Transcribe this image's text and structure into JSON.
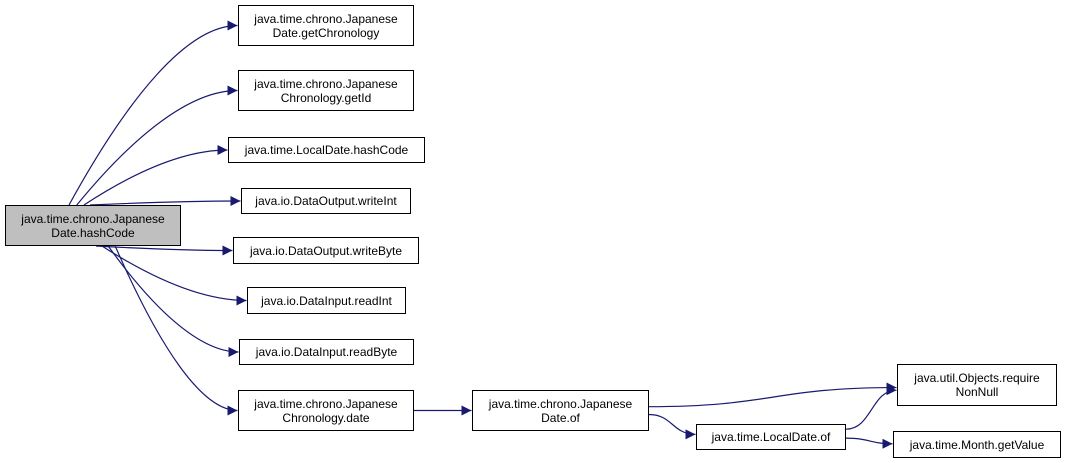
{
  "colors": {
    "edge": "#191970",
    "node_border": "#000000",
    "root_fill": "#bfbfbf",
    "node_fill": "#ffffff"
  },
  "nodes": {
    "root": {
      "line1": "java.time.chrono.Japanese",
      "line2": "Date.hashCode"
    },
    "get_chronology": {
      "line1": "java.time.chrono.Japanese",
      "line2": "Date.getChronology"
    },
    "get_id": {
      "line1": "java.time.chrono.Japanese",
      "line2": "Chronology.getId"
    },
    "local_date_hash": {
      "line1": "java.time.LocalDate.hashCode"
    },
    "write_int": {
      "line1": "java.io.DataOutput.writeInt"
    },
    "write_byte": {
      "line1": "java.io.DataOutput.writeByte"
    },
    "read_int": {
      "line1": "java.io.DataInput.readInt"
    },
    "read_byte": {
      "line1": "java.io.DataInput.readByte"
    },
    "chrono_date": {
      "line1": "java.time.chrono.Japanese",
      "line2": "Chronology.date"
    },
    "japanese_date_of": {
      "line1": "java.time.chrono.Japanese",
      "line2": "Date.of"
    },
    "require_non_null": {
      "line1": "java.util.Objects.require",
      "line2": "NonNull"
    },
    "local_date_of": {
      "line1": "java.time.LocalDate.of"
    },
    "month_get_value": {
      "line1": "java.time.Month.getValue"
    }
  },
  "edges": [
    {
      "from": "root",
      "to": "get_chronology"
    },
    {
      "from": "root",
      "to": "get_id"
    },
    {
      "from": "root",
      "to": "local_date_hash"
    },
    {
      "from": "root",
      "to": "write_int"
    },
    {
      "from": "root",
      "to": "write_byte"
    },
    {
      "from": "root",
      "to": "read_int"
    },
    {
      "from": "root",
      "to": "read_byte"
    },
    {
      "from": "root",
      "to": "chrono_date"
    },
    {
      "from": "chrono_date",
      "to": "japanese_date_of"
    },
    {
      "from": "japanese_date_of",
      "to": "require_non_null"
    },
    {
      "from": "japanese_date_of",
      "to": "local_date_of"
    },
    {
      "from": "local_date_of",
      "to": "require_non_null"
    },
    {
      "from": "local_date_of",
      "to": "month_get_value"
    }
  ]
}
